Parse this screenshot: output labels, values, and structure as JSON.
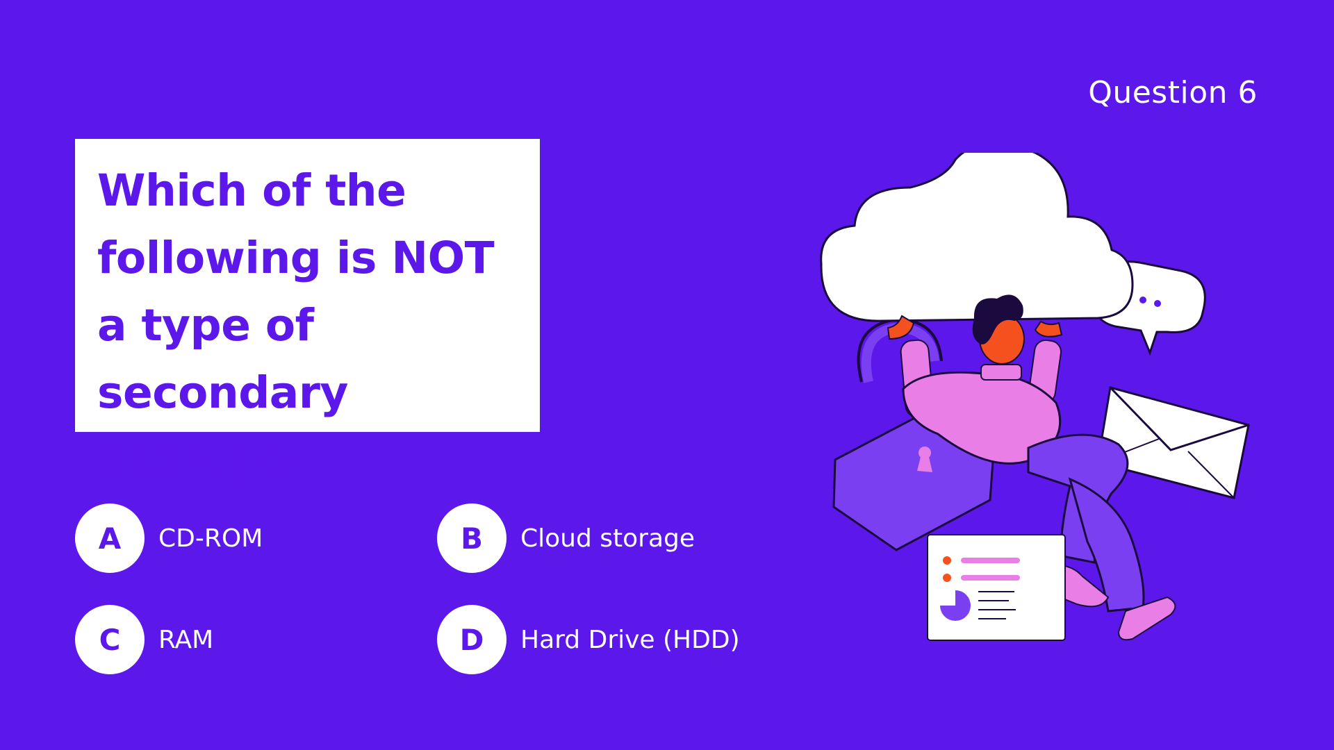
{
  "question": {
    "number_label": "Question 6",
    "text": "Which of the following is NOT a type of secondary storage?"
  },
  "options": [
    {
      "letter": "A",
      "label": "CD-ROM"
    },
    {
      "letter": "B",
      "label": "Cloud storage"
    },
    {
      "letter": "C",
      "label": "RAM"
    },
    {
      "letter": "D",
      "label": "Hard Drive (HDD)"
    }
  ],
  "colors": {
    "background": "#5c17ea",
    "card": "#ffffff",
    "accent_text": "#5c17ea",
    "skin": "#f4511e",
    "sweater": "#e97fe6"
  },
  "illustration": {
    "icons": [
      "cloud-icon",
      "speech-bubble-icon",
      "padlock-icon",
      "envelope-icon",
      "document-chart-icon",
      "person-figure"
    ]
  }
}
